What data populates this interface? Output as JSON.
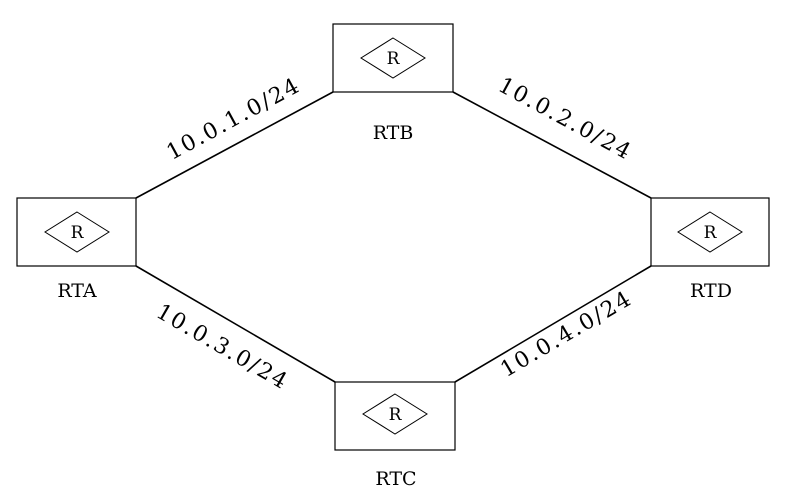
{
  "routers": {
    "rta": {
      "name": "RTA",
      "symbol": "R"
    },
    "rtb": {
      "name": "RTB",
      "symbol": "R"
    },
    "rtc": {
      "name": "RTC",
      "symbol": "R"
    },
    "rtd": {
      "name": "RTD",
      "symbol": "R"
    }
  },
  "links": {
    "a_b": {
      "subnet": "10.0.1.0/24"
    },
    "b_d": {
      "subnet": "10.0.2.0/24"
    },
    "a_c": {
      "subnet": "10.0.3.0/24"
    },
    "c_d": {
      "subnet": "10.0.4.0/24"
    }
  },
  "colors": {
    "stroke": "#000000",
    "background": "#ffffff"
  }
}
